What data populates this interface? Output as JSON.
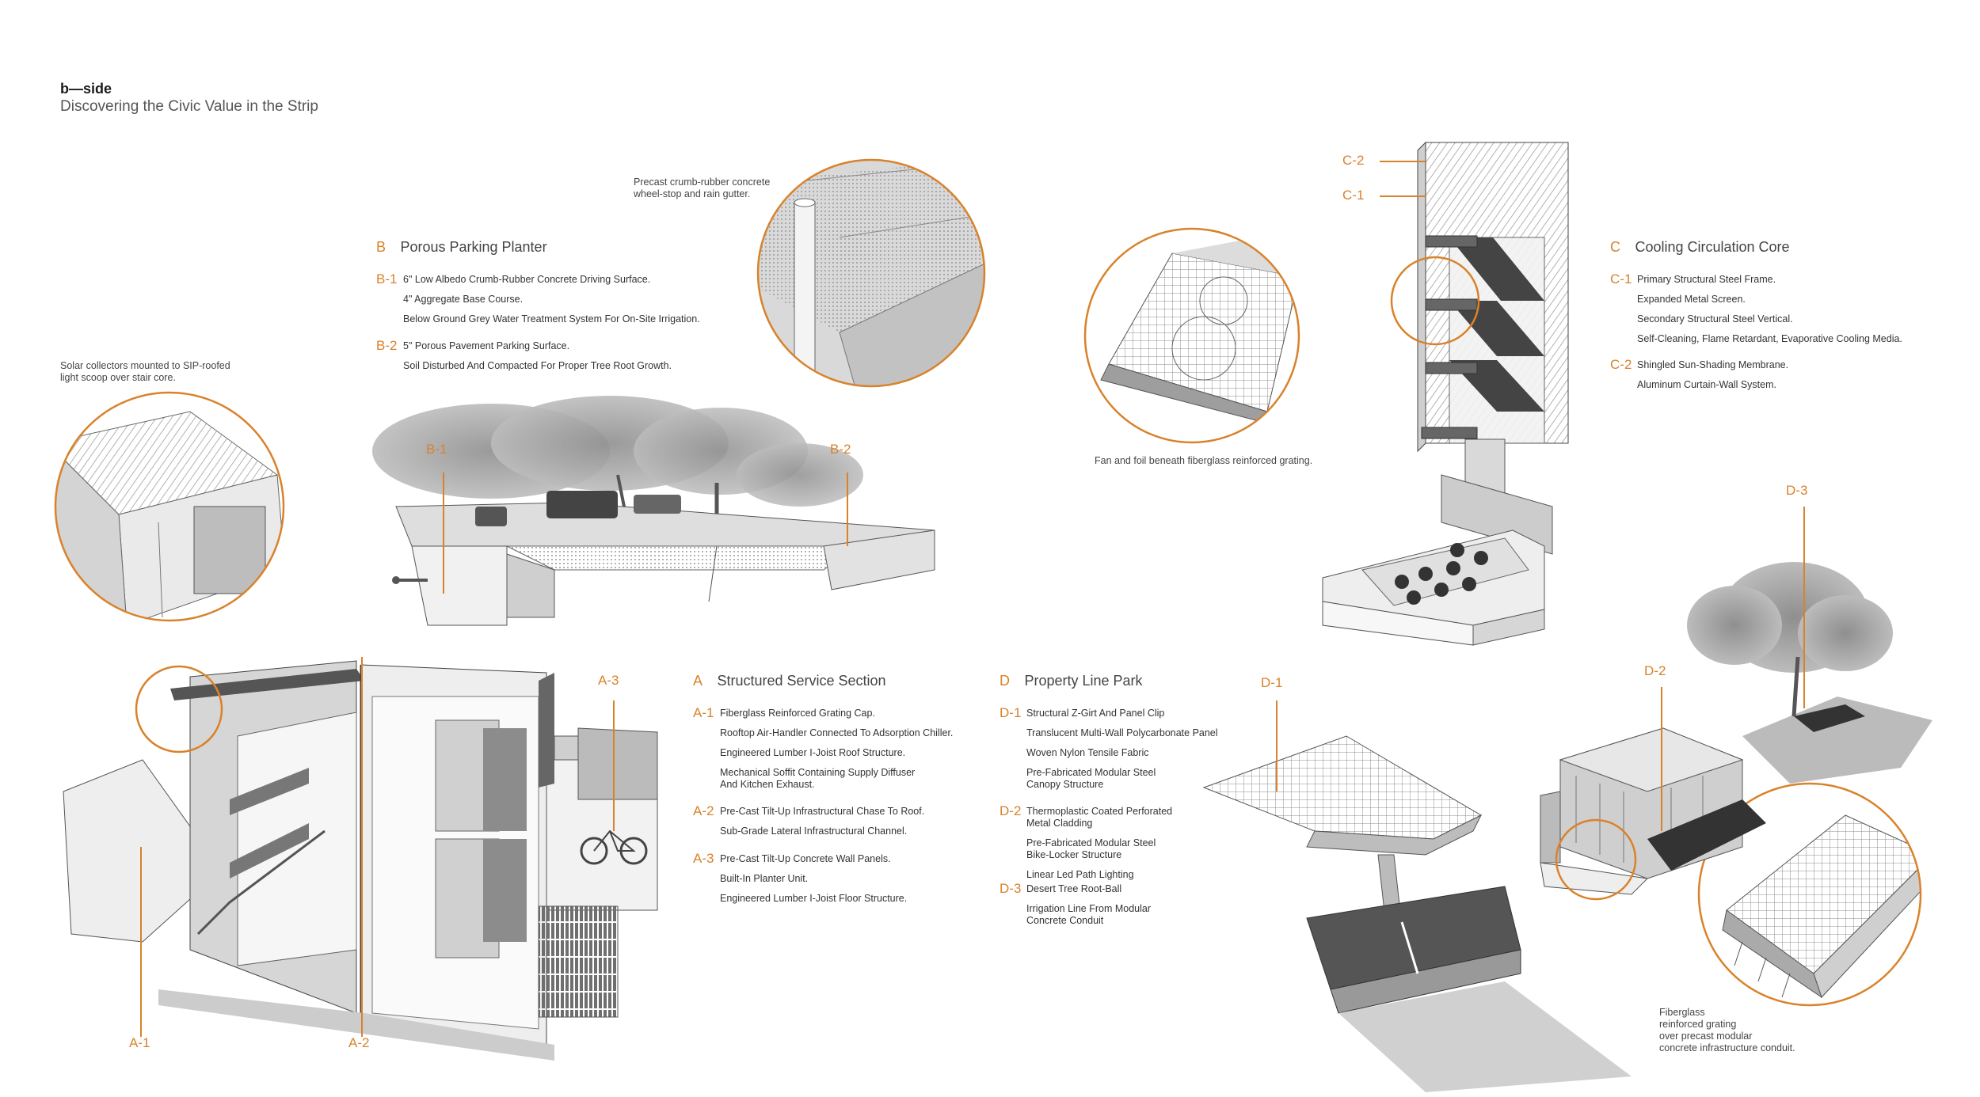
{
  "header": {
    "title": "b—side",
    "subtitle": "Discovering the Civic Value in the Strip"
  },
  "captions": {
    "solar": [
      "Solar collectors mounted to SIP-roofed",
      "light scoop over stair core."
    ],
    "wheelstop": [
      "Precast crumb-rubber concrete",
      "wheel-stop and rain gutter."
    ],
    "fan": [
      "Fan and foil beneath fiberglass reinforced grating."
    ],
    "grating": [
      "Fiberglass",
      "reinforced grating",
      "over precast modular",
      "concrete infrastructure conduit."
    ]
  },
  "sections": {
    "B": {
      "letter": "B",
      "title": "Porous Parking Planter",
      "items": [
        {
          "code": "B-1",
          "lines": [
            "6\" Low Albedo Crumb-Rubber Concrete Driving Surface.",
            "4\" Aggregate Base Course.",
            "Below Ground Grey Water Treatment System For On-Site Irrigation."
          ]
        },
        {
          "code": "B-2",
          "lines": [
            "5\" Porous Pavement Parking Surface.",
            "Soil Disturbed And Compacted For Proper Tree Root Growth."
          ]
        }
      ]
    },
    "C": {
      "letter": "C",
      "title": "Cooling Circulation Core",
      "items": [
        {
          "code": "C-1",
          "lines": [
            "Primary Structural Steel Frame.",
            "Expanded Metal Screen.",
            "Secondary Structural Steel Vertical.",
            "Self-Cleaning, Flame Retardant, Evaporative Cooling Media."
          ]
        },
        {
          "code": "C-2",
          "lines": [
            "Shingled Sun-Shading Membrane.",
            "Aluminum Curtain-Wall System."
          ]
        }
      ]
    },
    "A": {
      "letter": "A",
      "title": "Structured Service Section",
      "items": [
        {
          "code": "A-1",
          "lines": [
            "Fiberglass Reinforced Grating Cap.",
            "Rooftop Air-Handler Connected To Adsorption Chiller.",
            "Engineered Lumber I-Joist Roof Structure.",
            "Mechanical Soffit Containing Supply Diffuser",
            "And Kitchen Exhaust."
          ]
        },
        {
          "code": "A-2",
          "lines": [
            "Pre-Cast Tilt-Up Infrastructural Chase To Roof.",
            "Sub-Grade Lateral Infrastructural Channel."
          ]
        },
        {
          "code": "A-3",
          "lines": [
            "Pre-Cast Tilt-Up Concrete Wall Panels.",
            "Built-In Planter Unit.",
            "Engineered Lumber I-Joist Floor Structure."
          ]
        }
      ]
    },
    "D": {
      "letter": "D",
      "title": "Property Line Park",
      "items": [
        {
          "code": "D-1",
          "lines": [
            "Structural Z-Girt And Panel Clip",
            "Translucent Multi-Wall Polycarbonate Panel",
            "Woven Nylon Tensile Fabric",
            "Pre-Fabricated Modular Steel",
            "Canopy Structure"
          ]
        },
        {
          "code": "D-2",
          "lines": [
            "Thermoplastic Coated Perforated",
            "Metal Cladding",
            "Pre-Fabricated Modular Steel",
            "Bike-Locker Structure",
            "Linear Led Path Lighting"
          ]
        },
        {
          "code": "D-3",
          "lines": [
            "Desert Tree Root-Ball",
            "Irrigation Line From Modular",
            "Concrete Conduit"
          ]
        }
      ]
    }
  },
  "callouts": {
    "b1": "B-1",
    "b2": "B-2",
    "c1": "C-1",
    "c2": "C-2",
    "a1": "A-1",
    "a2": "A-2",
    "a3": "A-3",
    "d1": "D-1",
    "d2": "D-2",
    "d3": "D-3"
  },
  "colors": {
    "accent": "#d9822b",
    "line": "#555555",
    "fill": "#e6e6e6",
    "dark": "#8a8a8a"
  }
}
